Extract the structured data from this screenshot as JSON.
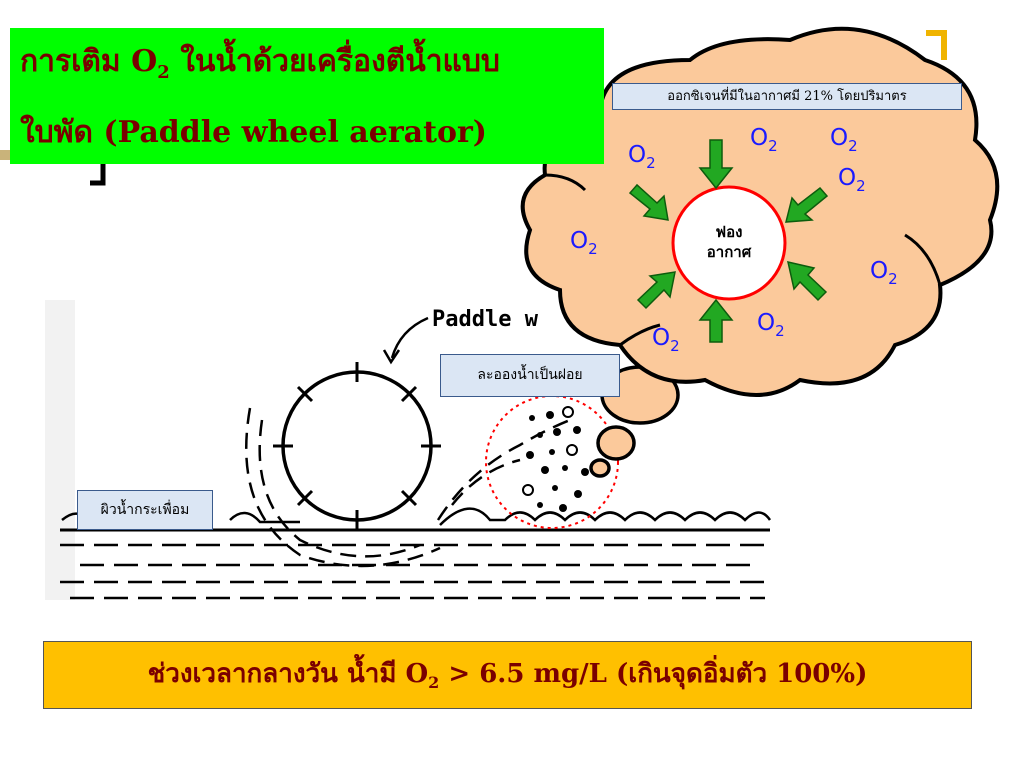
{
  "title": {
    "line1_pre": "การเติม O",
    "line1_sub": "2",
    "line1_post": " ในน้ำด้วยเครื่องตีน้ำแบบ",
    "line2": "ใบพัด (Paddle wheel aerator)"
  },
  "colors": {
    "title_bg": "#00ff00",
    "title_text": "#7a0000",
    "cloud_fill": "#fbc99b",
    "arrow_green": "#22a822",
    "bubble_border": "#ff0000",
    "bottom_bg": "#ffc000",
    "o2_text": "#1a1aff",
    "spray_circle": "#ff0000"
  },
  "cloud": {
    "header": "ออกซิเจนที่มีในอากาศมี 21% โดยปริมาตร",
    "bubble_line1": "ฟอง",
    "bubble_line2": "อากาศ",
    "o2_main": "O",
    "o2_sub": "2"
  },
  "figure": {
    "paddle_label": "Paddle w",
    "spray_label": "ละอองน้ำเป็นฝอย",
    "surface_label": "ผิวน้ำกระเพื่อม"
  },
  "footer": {
    "pre": "ช่วงเวลากลางวัน น้ำมี O",
    "sub": "2",
    "post": " > 6.5 mg/L (เกินจุดอิ่มตัว 100%)"
  }
}
